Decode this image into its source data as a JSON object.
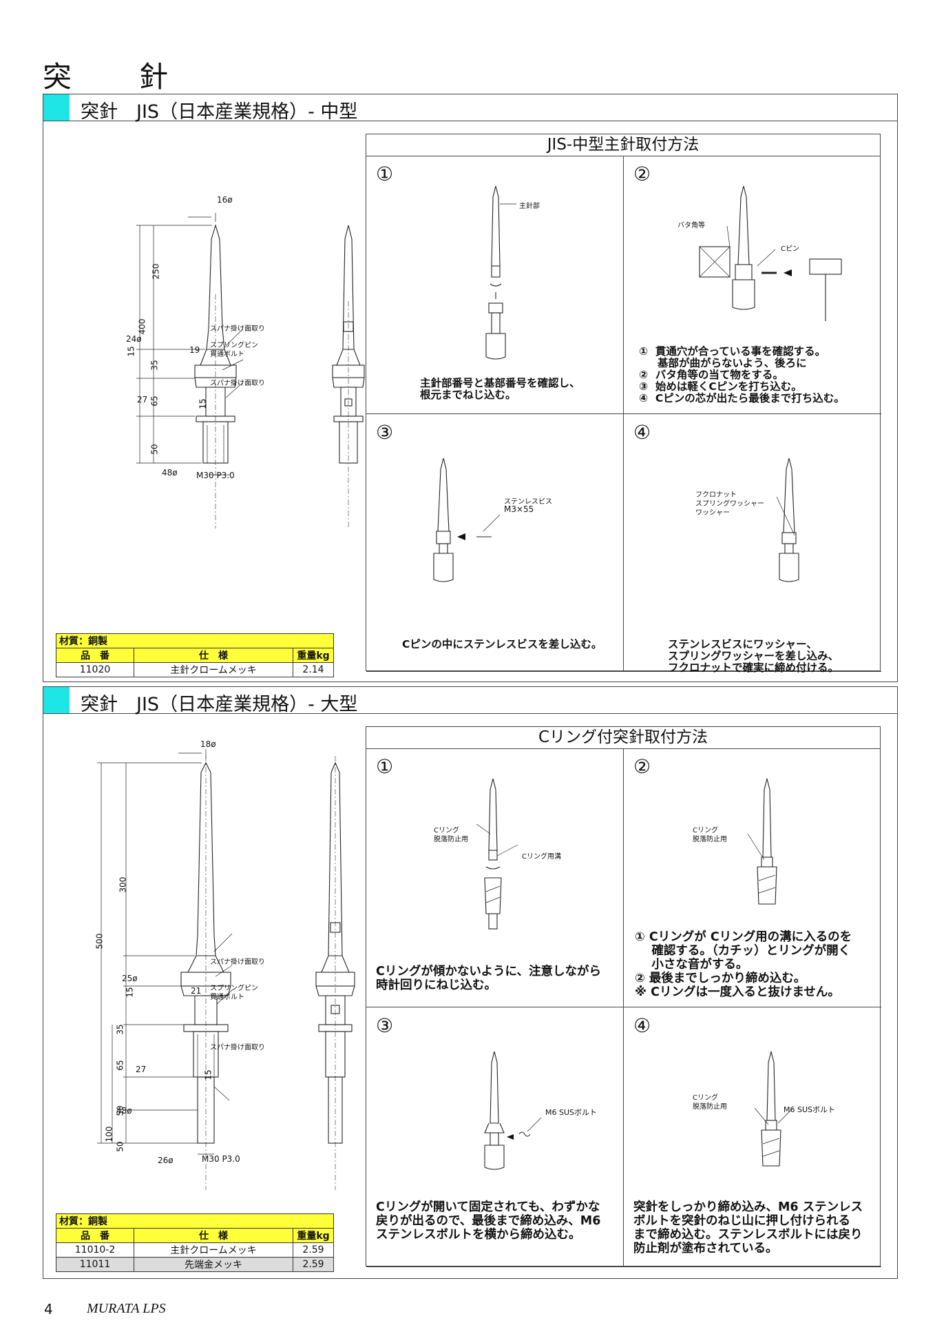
{
  "page_title": "突　針",
  "sections": [
    {
      "heading": "突針　JIS（日本産業規格）- 中型",
      "dims": {
        "d_top": "16ø",
        "d_total": "400",
        "d_250": "250",
        "d_35": "35",
        "d_65": "65",
        "d_50": "50",
        "d_24": "24ø",
        "d_15a": "15",
        "d_19": "19",
        "d_27": "27",
        "d_15b": "15",
        "d_48": "48ø",
        "thread": "M30  P3.0"
      },
      "labels": {
        "spanner1": "スパナ掛け面取り",
        "pin": "スプリングピン",
        "bolt": "貫通ボルト",
        "spanner2": "スパナ掛け面取り"
      },
      "spec": {
        "material": "材質：銅製",
        "headers": [
          "品　番",
          "仕　様",
          "重量kg"
        ],
        "rows": [
          [
            "11020",
            "主針クロームメッキ",
            "2.14"
          ]
        ]
      },
      "method": {
        "title": "JIS-中型主針取付方法",
        "steps": [
          {
            "num": "①",
            "labels": [
              "主針部"
            ],
            "caption": "主針部番号と基部番号を確認し、\n根元までねじ込む。"
          },
          {
            "num": "②",
            "labels": [
              "バタ角等",
              "Cピン"
            ],
            "caption": "①  貫通穴が合っている事を確認する。\n     基部が曲がらないよう、後ろに\n②  バタ角等の当て物をする。\n③  始めは軽くCピンを打ち込む。\n④  Cピンの芯が出たら最後まで打ち込む。"
          },
          {
            "num": "③",
            "labels": [
              "ステンレスビス",
              "M3×55"
            ],
            "caption": "Cピンの中にステンレスビスを差し込む。"
          },
          {
            "num": "④",
            "labels": [
              "フクロナット",
              "スプリングワッシャー",
              "ワッシャー"
            ],
            "caption": "ステンレスビスにワッシャー、\nスプリングワッシャーを差し込み、\nフクロナットで確実に締め付ける。"
          }
        ]
      }
    },
    {
      "heading": "突針　JIS（日本産業規格）- 大型",
      "dims": {
        "d_top": "18ø",
        "d_total": "500",
        "d_300": "300",
        "d_35": "35",
        "d_65": "65",
        "d_50a": "50",
        "d_100": "100",
        "d_50b": "50",
        "d_25": "25ø",
        "d_15a": "15",
        "d_21": "21",
        "d_27": "27",
        "d_15b": "15",
        "d_48": "48ø",
        "d_26": "26ø",
        "thread": "M30  P3.0"
      },
      "labels": {
        "spanner1": "スパナ掛け面取り",
        "pin": "スプリングピン",
        "bolt": "貫通ボルト",
        "spanner2": "スパナ掛け面取り"
      },
      "spec": {
        "material": "材質：銅製",
        "headers": [
          "品　番",
          "仕　様",
          "重量kg"
        ],
        "rows": [
          [
            "11010-2",
            "主針クロームメッキ",
            "2.59"
          ],
          [
            "11011",
            "先端金メッキ",
            "2.59"
          ]
        ]
      },
      "method": {
        "title": "Cリング付突針取付方法",
        "steps": [
          {
            "num": "①",
            "labels": [
              "Cリング",
              "脱落防止用",
              "Cリング用溝"
            ],
            "caption": "Cリングが傾かないように、注意しながら\n時計回りにねじ込む。"
          },
          {
            "num": "②",
            "labels": [
              "Cリング",
              "脱落防止用"
            ],
            "caption": "① Cリングが Cリング用の溝に入るのを\n    確認する。（カチッ）とリングが開く\n    小さな音がする。\n② 最後までしっかり締め込む。\n※ Cリングは一度入ると抜けません。"
          },
          {
            "num": "③",
            "labels": [
              "M6  SUSボルト"
            ],
            "caption": "Cリングが開いて固定されても、わずかな\n戻りが出るので、最後まで締め込み、M6\nステンレスボルトを横から締め込む。"
          },
          {
            "num": "④",
            "labels": [
              "Cリング",
              "脱落防止用",
              "M6  SUSボルト"
            ],
            "caption": "突針をしっかり締め込み、M6 ステンレス\nボルトを突針のねじ山に押し付けられる\nまで締め込む。ステンレスボルトには戻り\n防止剤が塗布されている。"
          }
        ]
      }
    }
  ],
  "footer": {
    "page_number": "4",
    "brand": "MURATA LPS"
  },
  "colors": {
    "accent": "#1ee6e6",
    "table_header": "#ffff3a"
  }
}
